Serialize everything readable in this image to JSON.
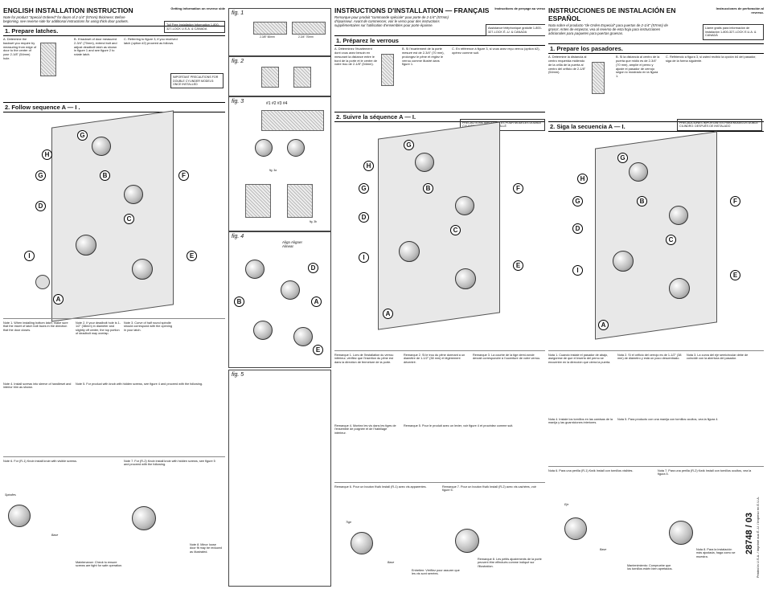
{
  "en": {
    "title": "ENGLISH INSTALLATION INSTRUCTION",
    "side": "Getting information on reverse side",
    "intro": "Note for product \"Special Ordered\" for doors of 2-1/4\" (57mm) thickness: Before beginning, see reverse side for additional instructions for using thick door packets.",
    "info": "Toll Free Installation Information 1-800-327-LOCK U.S.A. & CANADA",
    "s1": "1. Prepare latches.",
    "s1a": "A. Determine the backset you require by measuring from edge of door to the center of your 2-1/8\" (54mm) hole.",
    "s1b": "B. If backset of door measured 2-3/4\" (70mm), extend bolt and adjust deadbolt latch as shown in figure 1 and see figure 2 to rotate latch.",
    "s1c": "C. Referring to figure 3, if you received latch (option #2) proceed as follows.",
    "s2": "2. Follow sequence A — I .",
    "imp": "IMPORTANT PRECAUTIONS FOR DOUBLE CYLINDER MODELS: ONCE INSTALLED",
    "n1": "Note 1. When installing bottom latch, make sure that the insert of latch bolt faces in the direction that the door closes.",
    "n2": "Note 2. If your deadbolt hole is 1-1/2\" (38mm) in diameter and slightly off center, the top portion of deadbolt may overlap.",
    "n3": "Note 3. Curve of half round spindle should correspond with the opening in your latch.",
    "n4": "Note 4. Install screws into sleeve of handleset and interior trim as shown.",
    "n5": "Note 5. For product with knob with hidden screws, see figure 4 and proceed with the following.",
    "n6": "Note 6. For (R-1) Knob install knob with visible screws.",
    "n7": "Note 7. For (R-2) Knob install knob with hidden screws, see figure 5 and proceed with the following.",
    "n8": "Note 8. Minor loose door fit may be reduced as illustrated.",
    "spindles": "Spindles",
    "base": "Base",
    "maint": "Maintenance: Check to ensure screws are tight for safe operation."
  },
  "figs": {
    "f1": "fig. 1",
    "f2": "fig. 2",
    "f3": "fig. 3",
    "f4": "fig. 4",
    "f5": "fig. 5",
    "f1a": "2-3/8\" 60mm",
    "f1b": "2-3/4\" 70mm",
    "f3a": "fig. 3a",
    "f3b": "fig. 3b",
    "f3c": "#1 #2 #3 #4",
    "f4t": "Align Aligner Alinear"
  },
  "fr": {
    "title": "INSTRUCTIONS D'INSTALLATION — FRANÇAIS",
    "side": "Instructions de perçage au verso",
    "intro": "Remarque pour produit \"commande spéciale\" pour porte de 2-1/4\" (57mm) d'épaisseur. Avant de commencer, voir le verso pour des instructions supplémentaires sur l'utilisation d'ensembles pour porte épaisse.",
    "info": "Assistance téléphonique gratuite 1-800-327-LOCK É.-U. & CANADA",
    "s1": "1. Préparez le verrous",
    "s1a": "A. Déterminez l'écartement dont vous avez besoin en mesurant la distance entre le bord de la porte et le centre de votre trou de 2-1/8\" (54mm).",
    "s1b": "B. Si l'écartement de la porte mesuré est de 2-3/4\" (70 mm), prolongez le pêne et réglez le verrou comme illustré dans figure 1.",
    "s1c": "C. En référence à figure 3, si vous avez reçu verrou (option #2), opérez comme suit.",
    "s2": "2. Suivre la séquence A — I.",
    "imp": "PRÉCAUTIONS IMPORTANTES POUR MODÈLES DOUBLE CYLINDRE: UNE FOIS INSTALLÉ",
    "r1": "Remarque 1. Lors de l'installation du verrou inférieur, vérifiez que l'insertion du pêne est dans la direction de fermeture de la porte.",
    "r2": "Remarque 2. Si le trou du pêne dormant a un diamètre de 1-1/2\" (38 mm) et légèrement décentré.",
    "r3": "Remarque 3. La courbe de la tige demi-ronde devrait correspondre à l'ouverture de votre verrou.",
    "r4": "Remarque 4. Montez les vis dans les tiges de l'ensemble de poignée et de l'habillage intérieur.",
    "r5": "Remarque 5. Pour le produit avec un levier, voir figure 4 et procédez comme suit.",
    "r6": "Remarque 6. Pour un bouton Kwik Install (R-1) avec vis apparentes.",
    "r7": "Remarque 7. Pour un bouton Kwik Install (R-2) avec vis cachées, voir figure 5.",
    "r8": "Remarque 8. Les petits ajustements de la porte peuvent être effectués comme indiqué sur l'illustration.",
    "tige": "Tige",
    "base": "Base",
    "maint": "Entretien: Vérifiez pour assurer que les vis sont serrées."
  },
  "es": {
    "title": "INSTRUCCIONES DE INSTALACIÓN EN ESPAÑOL",
    "side": "Instrucciones de perforación al reverso.",
    "intro": "Nota sobre el producto \"de Orden Especial\" para puertas de 2-1/4\" (57mm) de grosor: Antes de empezar, vea al reverso de esta hoja para instrucciones adicionales para paquetes para puertas gruesas.",
    "info": "Llame gratis para información de instalación 1-800-327-LOCK E.U.A. & CANADÁ",
    "s1": "1. Prepare los pasadores.",
    "s1a": "A. Determine la distancia al centro requerida midiendo de la orilla de la puerta al centro del orificio de 2-1/8\" (54mm).",
    "s1b": "B. Si la distancia al centro de la puerta que midió es de 2-3/4\" (70 mm), amplíe el perno y ajuste el pasador de cerrojo según lo mostrado en la figura 1.",
    "s1c": "C. Refiriendo a figura 3, si usted recibió la opción #4 del pasador, siga de la forma siguiente.",
    "s2": "2. Siga la secuencia A — I.",
    "imp": "PRECAUCIONES IMPORTANTES PARA MODELOS DOBLE CILINDRO: DESPUÉS DE INSTALADO",
    "n1": "Nota 1. Cuando instale el pasador de abajo, asegúrese de que el inserto del perno se encuentre en la dirección que cierra la puerta.",
    "n2": "Nota 2. Si el orificio del cerrojo es de 1-1/2\" (38 mm) de diámetro y está un poco descentrado.",
    "n3": "Nota 3. La curva del eje semicircular debe de coincidir con la abertura del pasador.",
    "n4": "Nota 4. Instale los tornillos en las camisas de la manija y las guarniciones interiores.",
    "n5": "Nota 5. Para producto con una manija con tornillos ocultos, vea la figura 4.",
    "n6": "Nota 6. Para una perilla (R-1) Kwik Install con tornillos visibles.",
    "n7": "Nota 7. Para una perilla (R-2) Kwik Install con tornillos ocultos, vea la figura 5.",
    "n8": "Nota 8. Para la instalación más ajustada, haga como se muestra.",
    "eje": "Eje",
    "base": "Base",
    "maint": "Mantenimiento: Compruebe que los tornillos estén bien apretados.",
    "code": "28748 / 03",
    "code2": "Printed in U.S.A. / Imprimé aux É.-U. / Impreso en E.U.A."
  }
}
